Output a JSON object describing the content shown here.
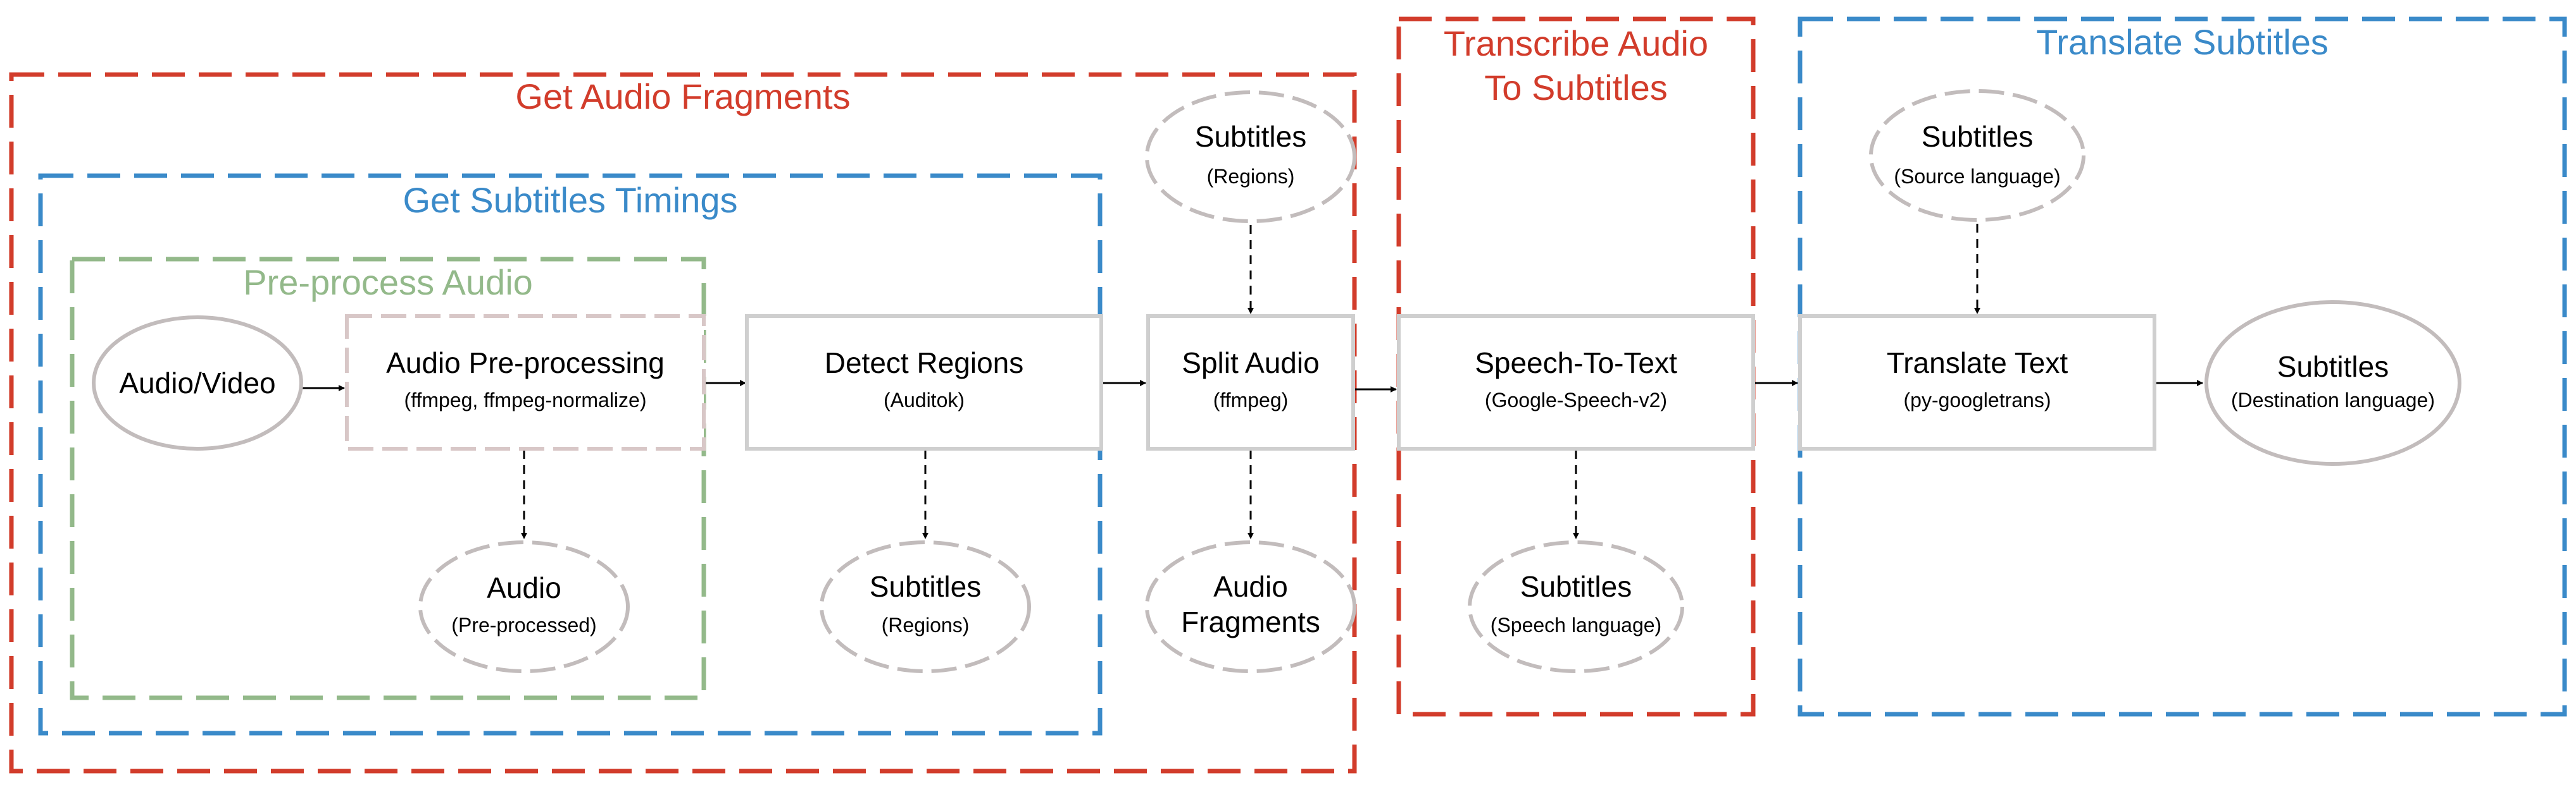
{
  "colors": {
    "red": "#d23c2b",
    "blue": "#3a8ac9",
    "green": "#93b98a",
    "box_border": "#cfcfcf",
    "process_border": "#d8c7c7",
    "ellipse_border": "#c2bcbc",
    "arrow": "#000000"
  },
  "groups": {
    "get_audio_fragments": "Get Audio Fragments",
    "get_subtitles_timings": "Get Subtitles Timings",
    "preprocess_audio": "Pre-process Audio",
    "transcribe_line1": "Transcribe Audio",
    "transcribe_line2": "To Subtitles",
    "translate_subtitles": "Translate Subtitles"
  },
  "nodes": {
    "input": {
      "title": "Audio/Video"
    },
    "preprocessing": {
      "title": "Audio Pre-processing",
      "sub": "(ffmpeg, ffmpeg-normalize)"
    },
    "audio_preprocessed": {
      "title": "Audio",
      "sub": "(Pre-processed)"
    },
    "detect_regions": {
      "title": "Detect Regions",
      "sub": "(Auditok)"
    },
    "subtitles_regions_out": {
      "title": "Subtitles",
      "sub": "(Regions)"
    },
    "subtitles_regions_in": {
      "title": "Subtitles",
      "sub": "(Regions)"
    },
    "split_audio": {
      "title": "Split Audio",
      "sub": "(ffmpeg)"
    },
    "audio_fragments": {
      "title1": "Audio",
      "title2": "Fragments"
    },
    "speech_to_text": {
      "title": "Speech-To-Text",
      "sub": "(Google-Speech-v2)"
    },
    "subtitles_speech": {
      "title": "Subtitles",
      "sub": "(Speech language)"
    },
    "subtitles_source": {
      "title": "Subtitles",
      "sub": "(Source language)"
    },
    "translate_text": {
      "title": "Translate Text",
      "sub": "(py-googletrans)"
    },
    "subtitles_destination": {
      "title": "Subtitles",
      "sub": "(Destination language)"
    }
  }
}
